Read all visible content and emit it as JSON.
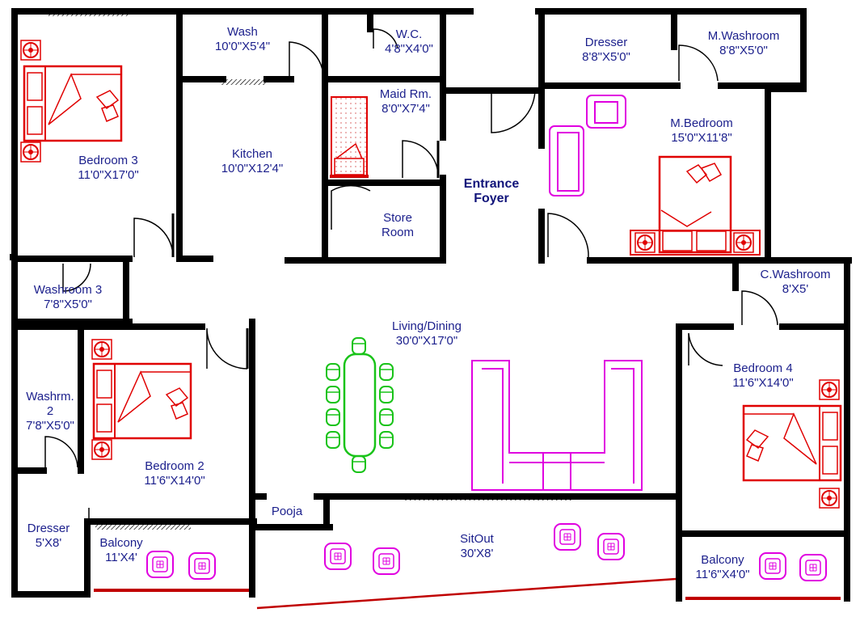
{
  "colors": {
    "wall": "#000000",
    "window_hatch": "#000000",
    "red_window": "#c00000",
    "furniture_red": "#e00000",
    "furniture_green": "#19c319",
    "furniture_magenta": "#e000e0",
    "label": "#1b1f8c"
  },
  "rooms": {
    "bedroom3": {
      "name": "Bedroom 3",
      "size": "11'0\"X17'0\""
    },
    "wash": {
      "name": "Wash",
      "size": "10'0\"X5'4\""
    },
    "wc": {
      "name": "W.C.",
      "size": "4'8\"X4'0\""
    },
    "maid": {
      "name": "Maid Rm.",
      "size": "8'0\"X7'4\""
    },
    "kitchen": {
      "name": "Kitchen",
      "size": "10'0\"X12'4\""
    },
    "store": {
      "name": "Store",
      "size": "Room"
    },
    "entrance": {
      "name": "Entrance",
      "size": "Foyer"
    },
    "dresser_top": {
      "name": "Dresser",
      "size": "8'8\"X5'0\""
    },
    "m_washroom": {
      "name": "M.Washroom",
      "size": "8'8\"X5'0\""
    },
    "m_bedroom": {
      "name": "M.Bedroom",
      "size": "15'0\"X11'8\""
    },
    "washroom3": {
      "name": "Washroom 3",
      "size": "7'8\"X5'0\""
    },
    "c_washroom": {
      "name": "C.Washroom",
      "size": "8'X5'"
    },
    "living": {
      "name": "Living/Dining",
      "size": "30'0\"X17'0\""
    },
    "bedroom4": {
      "name": "Bedroom 4",
      "size": "11'6\"X14'0\""
    },
    "washrm2": {
      "name": "Washrm.",
      "line2": "2",
      "size": "7'8\"X5'0\""
    },
    "bedroom2": {
      "name": "Bedroom 2",
      "size": "11'6\"X14'0\""
    },
    "pooja": {
      "name": "Pooja"
    },
    "dresser_left": {
      "name": "Dresser",
      "size": "5'X8'"
    },
    "balcony_left": {
      "name": "Balcony",
      "size": "11'X4'"
    },
    "sitout": {
      "name": "SitOut",
      "size": "30'X8'"
    },
    "balcony_right": {
      "name": "Balcony",
      "size": "11'6\"X4'0\""
    }
  }
}
